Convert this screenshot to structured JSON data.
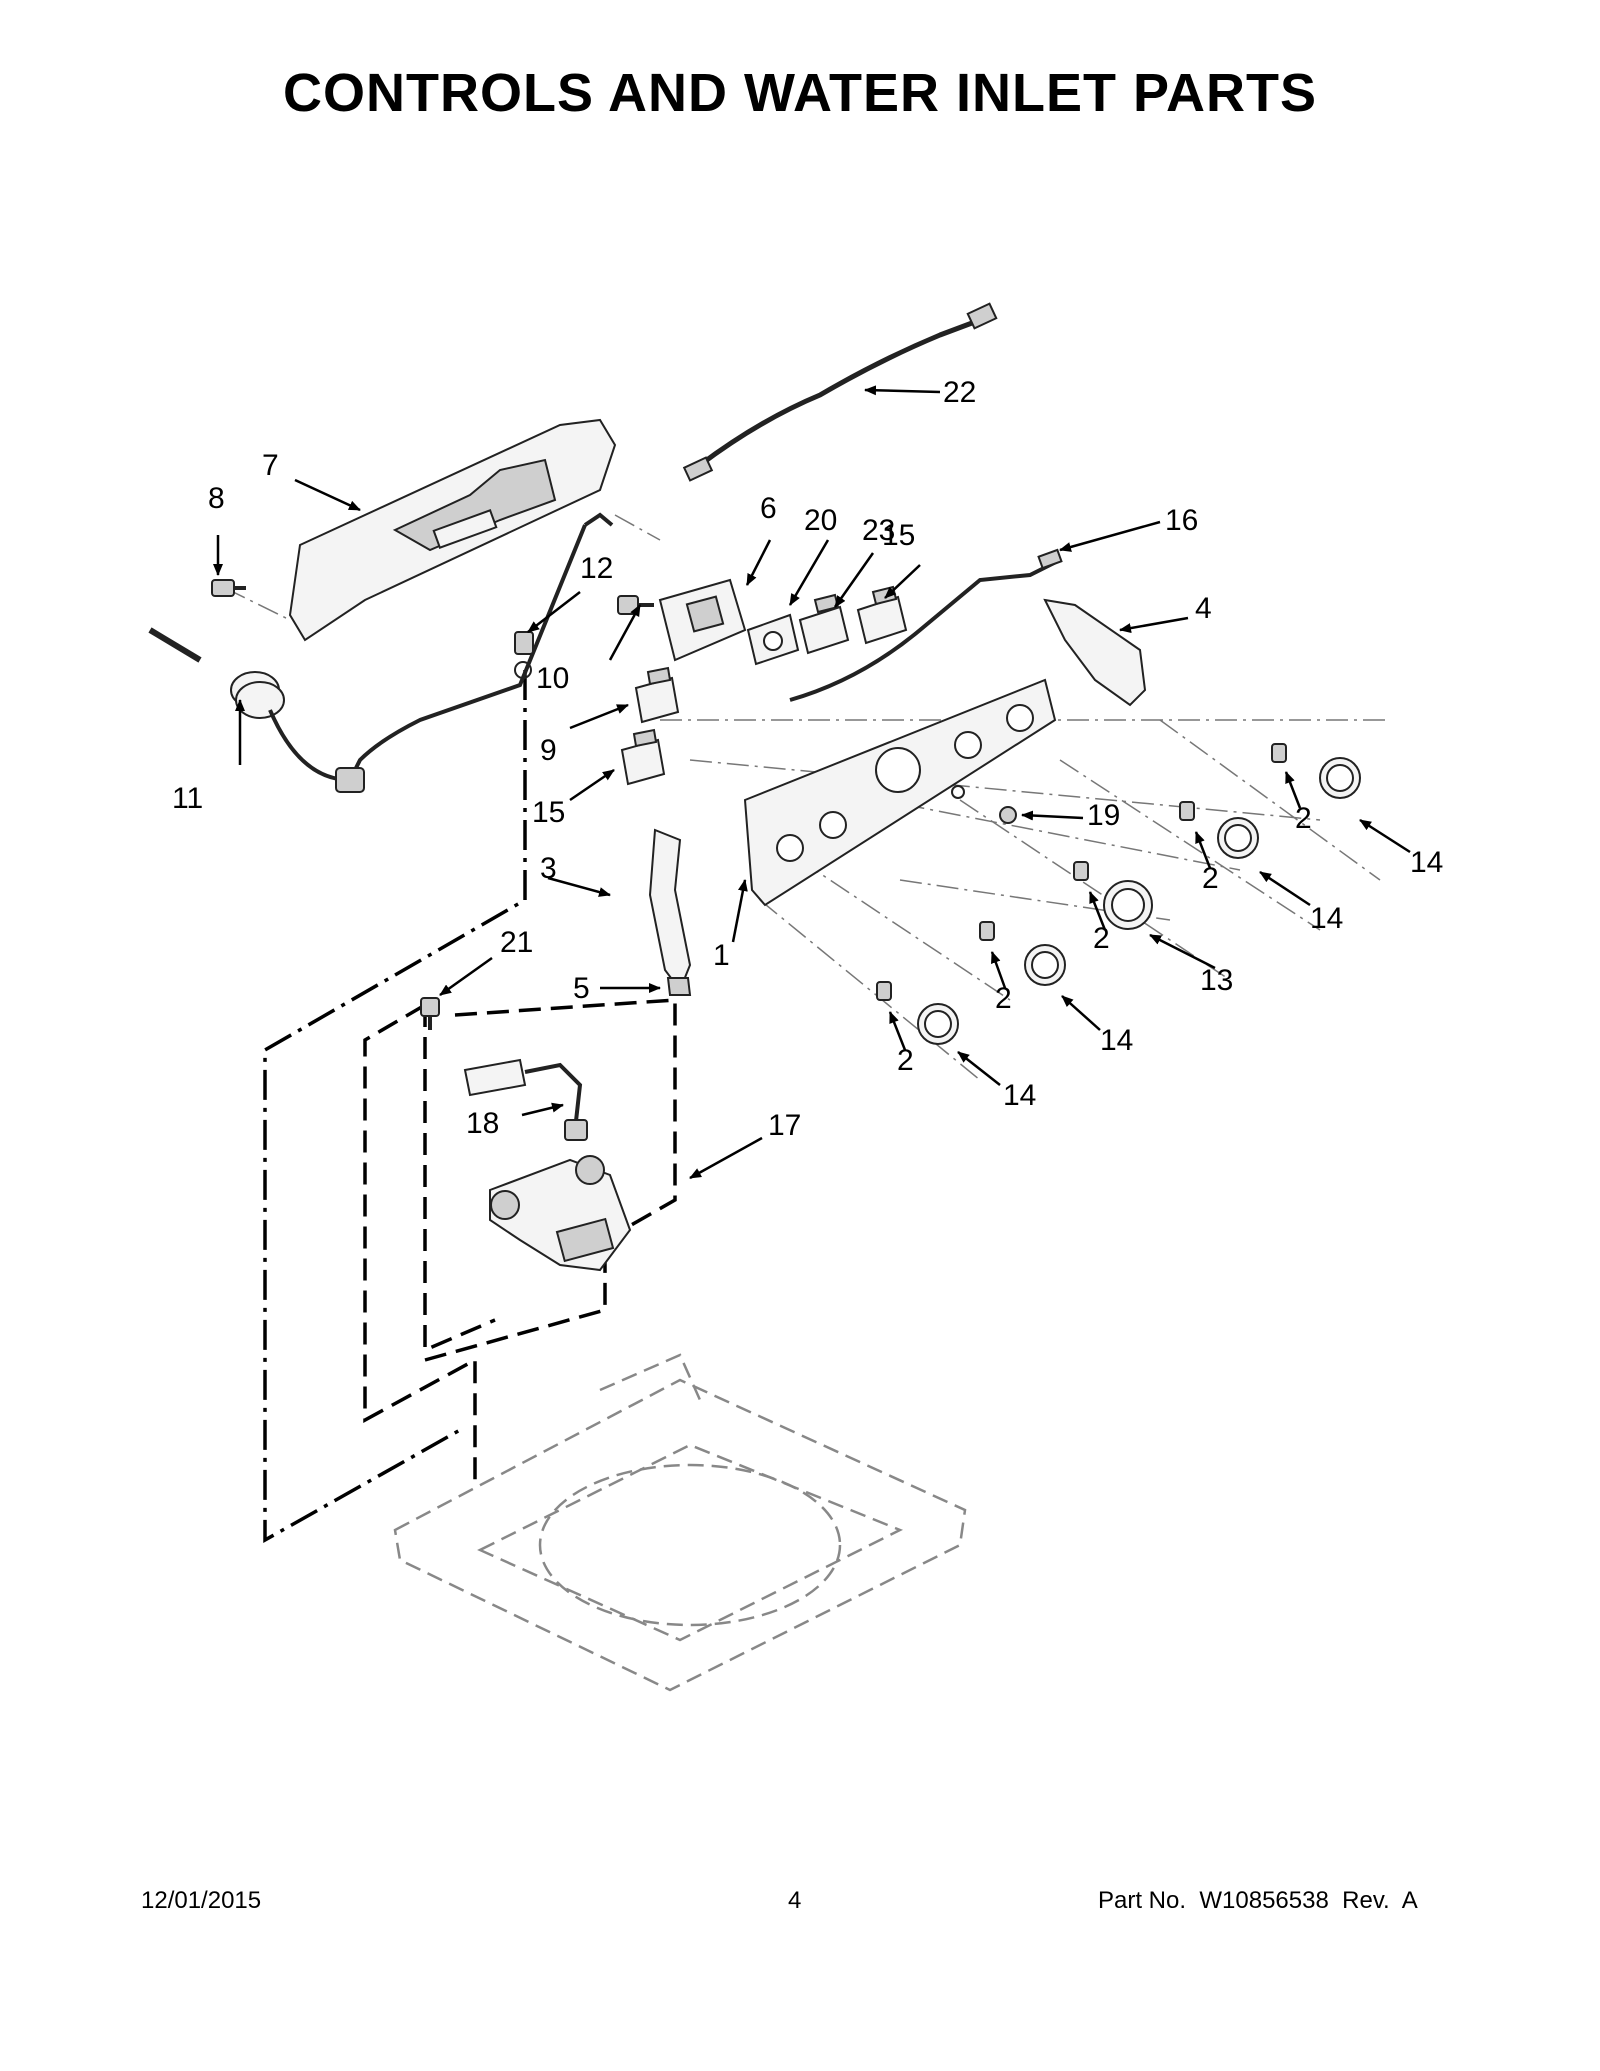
{
  "title": "CONTROLS AND WATER INLET PARTS",
  "footer": {
    "date": "12/01/2015",
    "page": "4",
    "part_no": "Part No.  W10856538  Rev.  A"
  },
  "callouts": [
    {
      "id": "c1",
      "label": "1"
    },
    {
      "id": "c2a",
      "label": "2"
    },
    {
      "id": "c2b",
      "label": "2"
    },
    {
      "id": "c2c",
      "label": "2"
    },
    {
      "id": "c2d",
      "label": "2"
    },
    {
      "id": "c2e",
      "label": "2"
    },
    {
      "id": "c3",
      "label": "3"
    },
    {
      "id": "c4",
      "label": "4"
    },
    {
      "id": "c5",
      "label": "5"
    },
    {
      "id": "c6",
      "label": "6"
    },
    {
      "id": "c7",
      "label": "7"
    },
    {
      "id": "c8",
      "label": "8"
    },
    {
      "id": "c9",
      "label": "9"
    },
    {
      "id": "c10",
      "label": "10"
    },
    {
      "id": "c11",
      "label": "11"
    },
    {
      "id": "c12",
      "label": "12"
    },
    {
      "id": "c13",
      "label": "13"
    },
    {
      "id": "c14a",
      "label": "14"
    },
    {
      "id": "c14b",
      "label": "14"
    },
    {
      "id": "c14c",
      "label": "14"
    },
    {
      "id": "c14d",
      "label": "14"
    },
    {
      "id": "c15a",
      "label": "15"
    },
    {
      "id": "c15b",
      "label": "15"
    },
    {
      "id": "c16",
      "label": "16"
    },
    {
      "id": "c17",
      "label": "17"
    },
    {
      "id": "c18",
      "label": "18"
    },
    {
      "id": "c19",
      "label": "19"
    },
    {
      "id": "c20",
      "label": "20"
    },
    {
      "id": "c21",
      "label": "21"
    },
    {
      "id": "c22",
      "label": "22"
    },
    {
      "id": "c23",
      "label": "23"
    }
  ]
}
